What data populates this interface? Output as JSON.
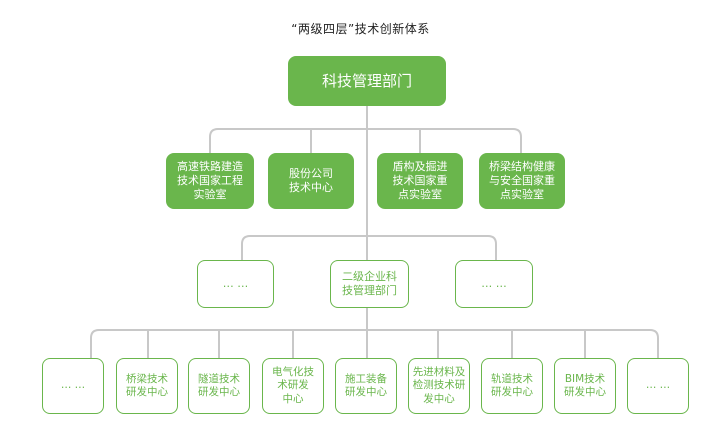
{
  "diagram": {
    "title": "“两级四层”技术创新体系",
    "root": {
      "label": "科技管理部门"
    },
    "level2": [
      {
        "label": "高速铁路建造\n技术国家工程\n实验室"
      },
      {
        "label": "股份公司\n技术中心"
      },
      {
        "label": "盾构及掘进\n技术国家重\n点实验室"
      },
      {
        "label": "桥梁结构健康\n与安全国家重\n点实验室"
      }
    ],
    "level3": [
      {
        "label": "… …"
      },
      {
        "label": "二级企业科\n技管理部门"
      },
      {
        "label": "… …"
      }
    ],
    "level4": [
      {
        "label": "… …"
      },
      {
        "label": "桥梁技术\n研发中心"
      },
      {
        "label": "隧道技术\n研发中心"
      },
      {
        "label": "电气化技\n术研发\n中心"
      },
      {
        "label": "施工装备\n研发中心"
      },
      {
        "label": "先进材料及\n检测技术研\n发中心"
      },
      {
        "label": "轨道技术\n研发中心"
      },
      {
        "label": "BIM技术\n研发中心"
      },
      {
        "label": "… …"
      }
    ],
    "colors": {
      "green": "#6ab64c",
      "connector": "#c8c8c8",
      "title": "#222222"
    }
  }
}
